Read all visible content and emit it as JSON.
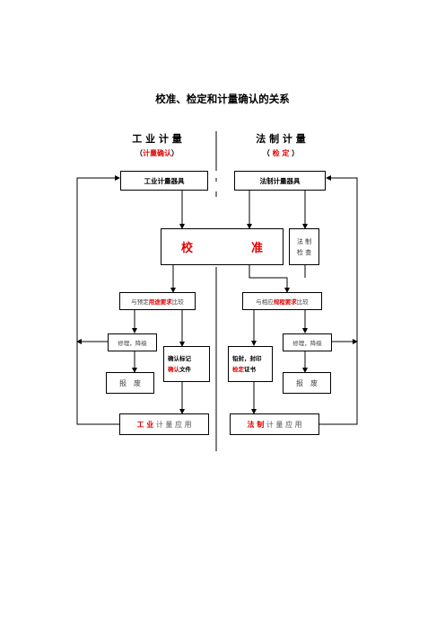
{
  "title": "校准、检定和计量确认的关系",
  "left_column": {
    "heading": "工 业 计 量",
    "subheading_open": "（",
    "subheading_term": "计量确认",
    "subheading_close": "）",
    "instrument_box": "工业计量器具",
    "compare_box": {
      "prefix": "与预定",
      "term": "用途要求",
      "suffix": "比较"
    },
    "repair_box": "修理，降级",
    "confirm_box": {
      "line1": "确认标记",
      "line2_term": "确认",
      "line2_suffix": "文件"
    },
    "scrap_box": "报　废",
    "use_box": {
      "term": "工 业",
      "suffix": " 计 量 应 用"
    }
  },
  "right_column": {
    "heading": "法 制 计 量",
    "subheading_open": "（ ",
    "subheading_term": "检 定",
    "subheading_close": " ）",
    "instrument_box": "法制计量器具",
    "legal_check_box": {
      "line1": "法 制",
      "line2": "检 查"
    },
    "compare_box": {
      "prefix": "与相应",
      "term": "规程要求",
      "suffix": "比较"
    },
    "seal_box": {
      "line1": "铅封，封印",
      "line2_term": "检定",
      "line2_suffix": "证书"
    },
    "repair_box": "修理，降级",
    "scrap_box": "报　废",
    "use_box": {
      "term": "法 制",
      "suffix": " 计 量 应 用"
    }
  },
  "calibration_box": {
    "left": "校",
    "right": "准"
  },
  "colors": {
    "accent": "#e00000",
    "line": "#000000"
  }
}
